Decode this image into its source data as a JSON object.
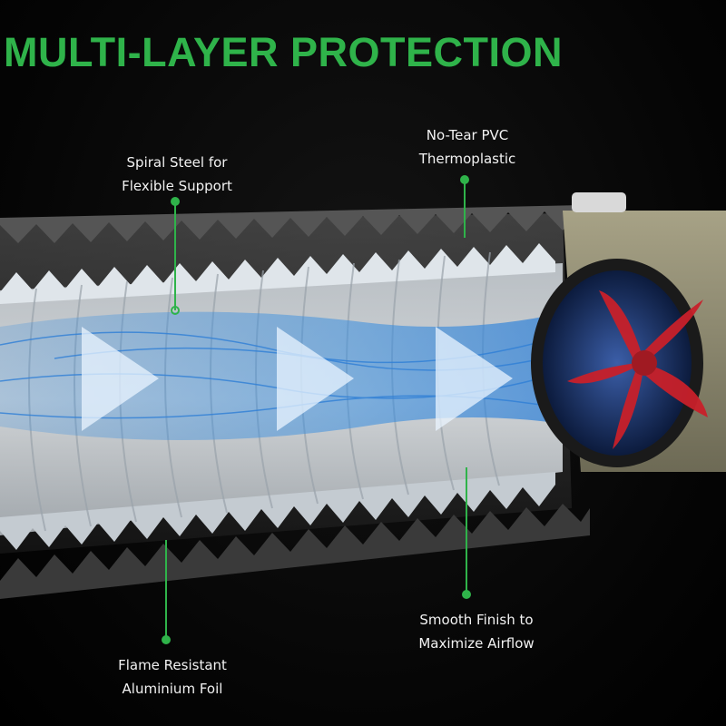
{
  "headline": "MULTI-LAYER PROTECTION",
  "colors": {
    "accent_green": "#2fb34a",
    "background": "#000000",
    "airflow_blue": "#3a8fe0",
    "fan_red": "#c8202a",
    "fan_housing": "#8f8a72"
  },
  "callouts": {
    "spiral_steel": {
      "line1": "Spiral Steel for",
      "line2": "Flexible Support"
    },
    "pvc": {
      "line1": "No-Tear PVC",
      "line2": "Thermoplastic"
    },
    "foil": {
      "line1": "Flame Resistant",
      "line2": "Aluminium Foil"
    },
    "smooth": {
      "line1": "Smooth Finish to",
      "line2": "Maximize Airflow"
    }
  }
}
